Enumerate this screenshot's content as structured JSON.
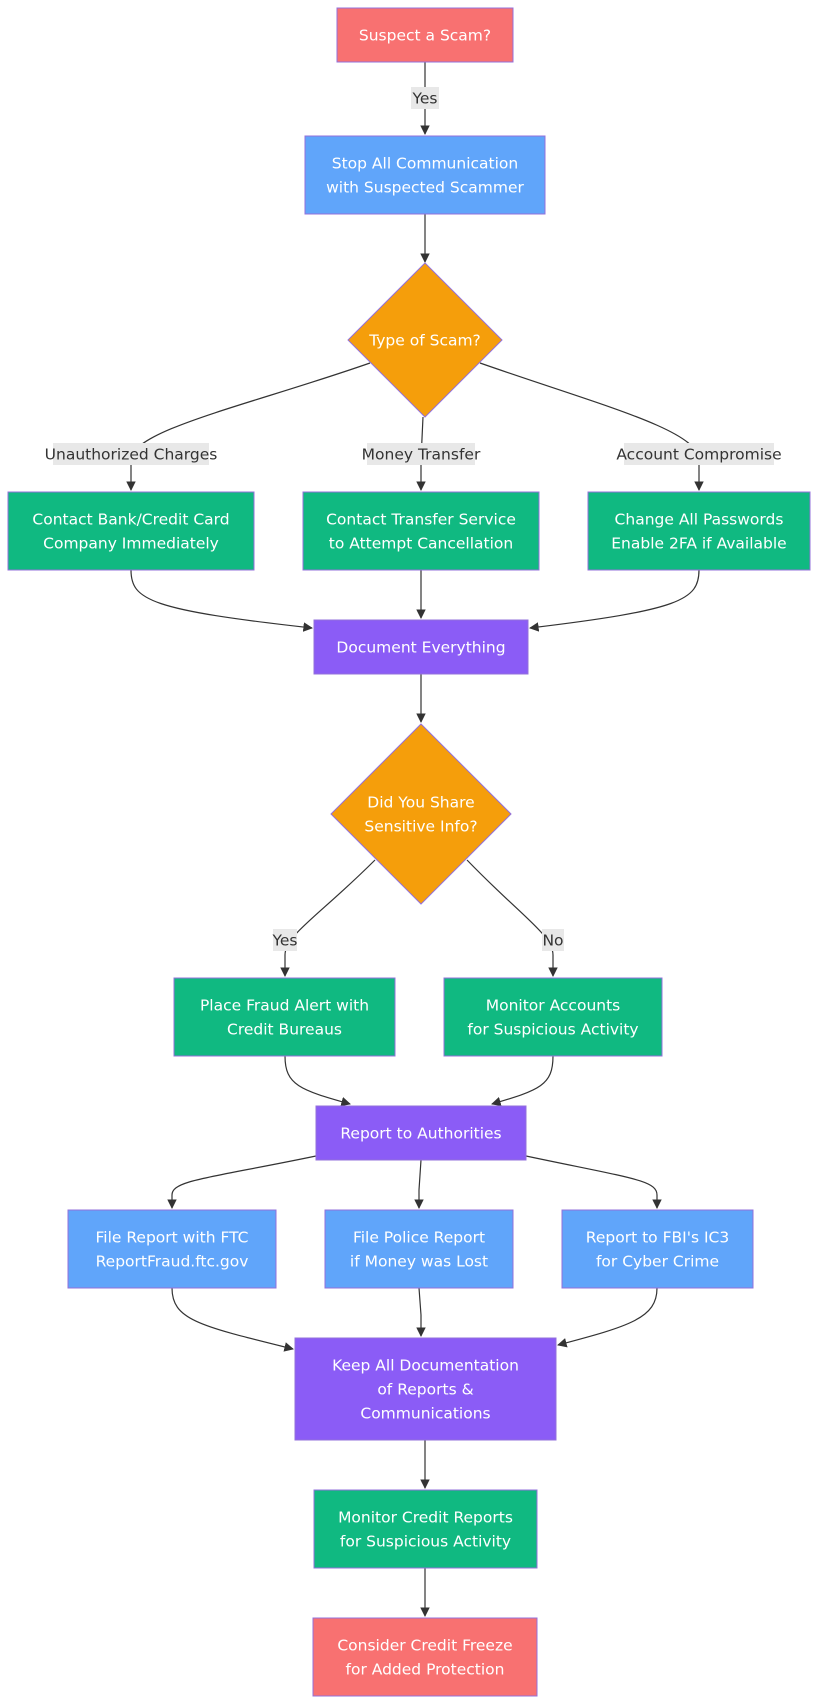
{
  "colors": {
    "terminal": "#f87171",
    "action": "#60a5fa",
    "decision": "#f59e0b",
    "response": "#10b981",
    "process": "#8b5cf6",
    "node_border": "#9370db",
    "edge": "#333333",
    "label_bg": "#e8e8e8"
  },
  "nodes": {
    "start": {
      "lines": [
        "Suspect a Scam?"
      ]
    },
    "stop": {
      "lines": [
        "Stop All Communication",
        "with Suspected Scammer"
      ]
    },
    "type": {
      "lines": [
        "Type of Scam?"
      ]
    },
    "bank": {
      "lines": [
        "Contact Bank/Credit Card",
        "Company Immediately"
      ]
    },
    "transfer": {
      "lines": [
        "Contact Transfer Service",
        "to Attempt Cancellation"
      ]
    },
    "passwords": {
      "lines": [
        "Change All Passwords",
        "Enable 2FA if Available"
      ]
    },
    "document": {
      "lines": [
        "Document Everything"
      ]
    },
    "shared": {
      "lines": [
        "Did You Share",
        "Sensitive Info?"
      ]
    },
    "fraud_alert": {
      "lines": [
        "Place Fraud Alert with",
        "Credit Bureaus"
      ]
    },
    "monitor_accounts": {
      "lines": [
        "Monitor Accounts",
        "for Suspicious Activity"
      ]
    },
    "report": {
      "lines": [
        "Report to Authorities"
      ]
    },
    "ftc": {
      "lines": [
        "File Report with FTC",
        "ReportFraud.ftc.gov"
      ]
    },
    "police": {
      "lines": [
        "File Police Report",
        "if Money was Lost"
      ]
    },
    "ic3": {
      "lines": [
        "Report to FBI's IC3",
        "for Cyber Crime"
      ]
    },
    "keep": {
      "lines": [
        "Keep All Documentation",
        "of Reports &",
        "Communications"
      ]
    },
    "monitor_credit": {
      "lines": [
        "Monitor Credit Reports",
        "for Suspicious Activity"
      ]
    },
    "freeze": {
      "lines": [
        "Consider Credit Freeze",
        "for Added Protection"
      ]
    }
  },
  "edge_labels": {
    "start_yes": "Yes",
    "unauthorized": "Unauthorized Charges",
    "money_transfer": "Money Transfer",
    "account_compromise": "Account Compromise",
    "shared_yes": "Yes",
    "shared_no": "No"
  }
}
